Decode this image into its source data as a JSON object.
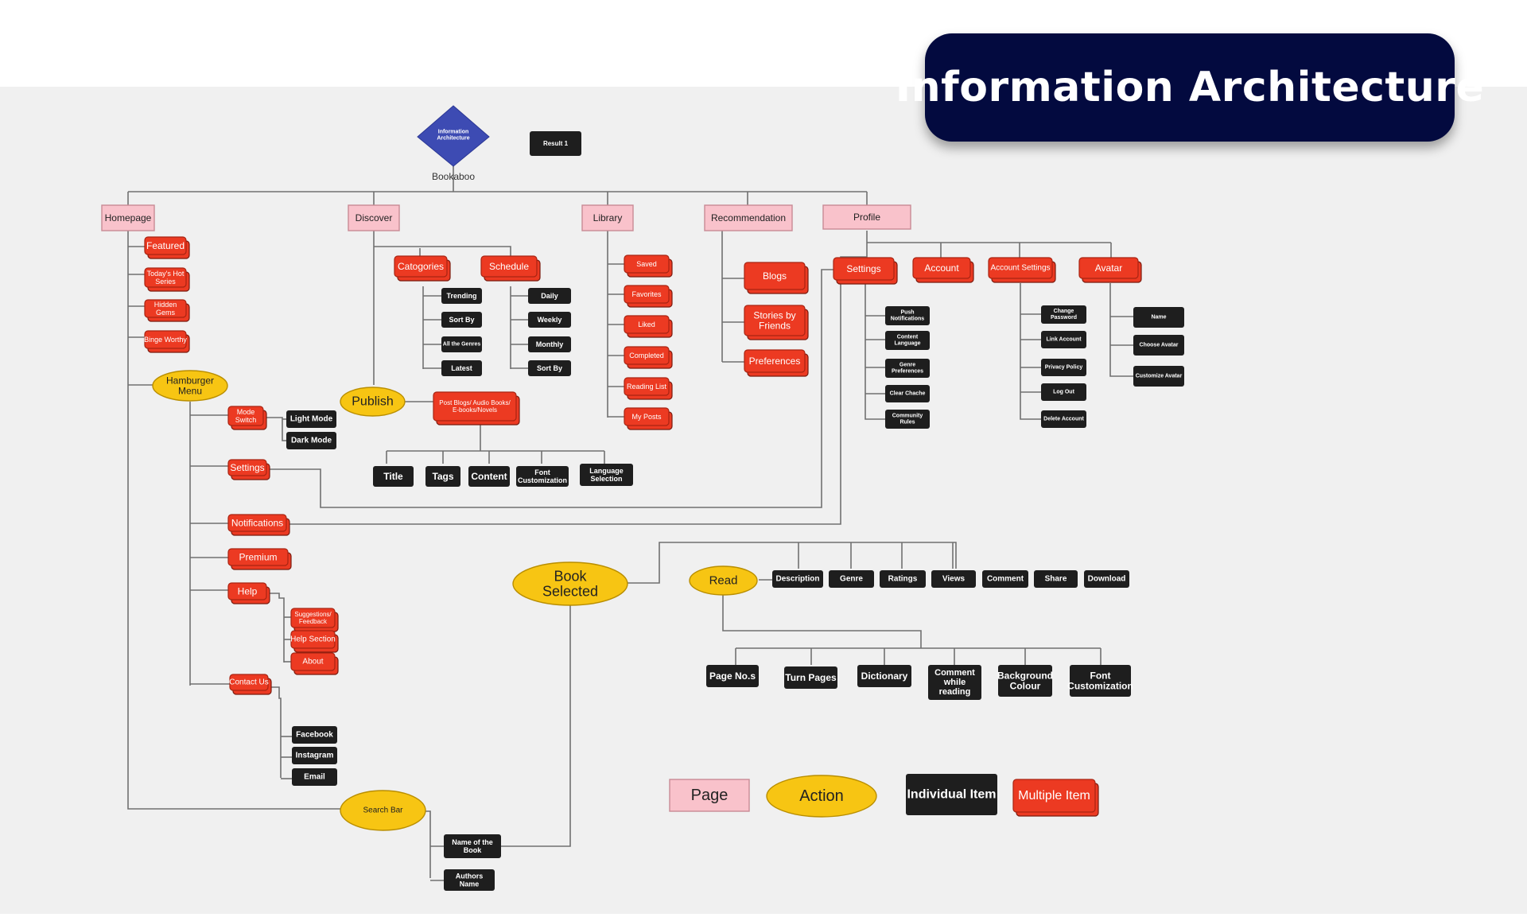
{
  "header": {
    "title": "Information Architecture"
  },
  "colors": {
    "page": "#f9c2cb",
    "action": "#f7c513",
    "individual": "#1e1e1e",
    "multiple": "#ec3a22",
    "root": "#3d4bb3",
    "banner": "#030a3f"
  },
  "root": {
    "line1": "Information",
    "line2": "Architecture",
    "label": "Bookaboo",
    "result": "Result 1"
  },
  "pages": {
    "homepage": "Homepage",
    "discover": "Discover",
    "library": "Library",
    "recommendation": "Recommendation",
    "profile": "Profile"
  },
  "homepage": {
    "featured": "Featured",
    "hot1": "Today's Hot",
    "hot2": "Series",
    "hidden1": "Hidden",
    "hidden2": "Gems",
    "binge": "Binge Worthy"
  },
  "hamburger": {
    "line1": "Hamburger",
    "line2": "Menu",
    "mode1": "Mode",
    "mode2": "Switch",
    "light": "Light Mode",
    "dark": "Dark Mode",
    "settings": "Settings",
    "notifications": "Notifications",
    "premium": "Premium",
    "help": "Help",
    "sugg1": "Suggestions/",
    "sugg2": "Feedback",
    "helpsec": "Help Section",
    "about": "About",
    "contact": "Contact Us",
    "facebook": "Facebook",
    "instagram": "Instagram",
    "email": "Email"
  },
  "search": {
    "label": "Search Bar",
    "book1": "Name of the",
    "book2": "Book",
    "auth1": "Authors",
    "auth2": "Name"
  },
  "discover": {
    "categories": "Catogories",
    "schedule": "Schedule",
    "trending": "Trending",
    "sortby": "Sort By",
    "allgenres": "All the Genres",
    "latest": "Latest",
    "daily": "Daily",
    "weekly": "Weekly",
    "monthly": "Monthly",
    "sortby2": "Sort By",
    "publish": "Publish",
    "post1": "Post Blogs/ Audio Books/",
    "post2": "E-books/Novels",
    "title": "Title",
    "tags": "Tags",
    "content": "Content",
    "font1": "Font",
    "font2": "Customization",
    "lang1": "Language",
    "lang2": "Selection"
  },
  "library": {
    "saved": "Saved",
    "favorites": "Favorites",
    "liked": "Liked",
    "completed": "Completed",
    "readinglist": "Reading List",
    "myposts": "My Posts"
  },
  "recommendation": {
    "blogs": "Blogs",
    "stories1": "Stories by",
    "stories2": "Friends",
    "preferences": "Preferences"
  },
  "profile": {
    "settings": "Settings",
    "account": "Account",
    "accsettings": "Account Settings",
    "avatar": "Avatar",
    "push1": "Push",
    "push2": "Notifications",
    "cl1": "Content",
    "cl2": "Language",
    "gp1": "Genre",
    "gp2": "Preferences",
    "clearcache": "Clear Chache",
    "cr1": "Community",
    "cr2": "Rules",
    "cp1": "Change",
    "cp2": "Password",
    "link": "Link Account",
    "privacy": "Privacy Policy",
    "logout": "Log Out",
    "delete": "Delete Account",
    "name": "Name",
    "choose": "Choose Avatar",
    "customize": "Customize Avatar"
  },
  "book": {
    "line1": "Book",
    "line2": "Selected",
    "read": "Read",
    "description": "Description",
    "genre": "Genre",
    "ratings": "Ratings",
    "views": "Views",
    "comment": "Comment",
    "share": "Share",
    "download": "Download",
    "pageno": "Page No.s",
    "turn": "Turn Pages",
    "dictionary": "Dictionary",
    "cw1": "Comment",
    "cw2": "while",
    "cw3": "reading",
    "bg1": "Background",
    "bg2": "Colour",
    "fc1": "Font",
    "fc2": "Customization"
  },
  "legend": {
    "page": "Page",
    "action": "Action",
    "individual": "Individual Item",
    "multiple": "Multiple Item"
  }
}
